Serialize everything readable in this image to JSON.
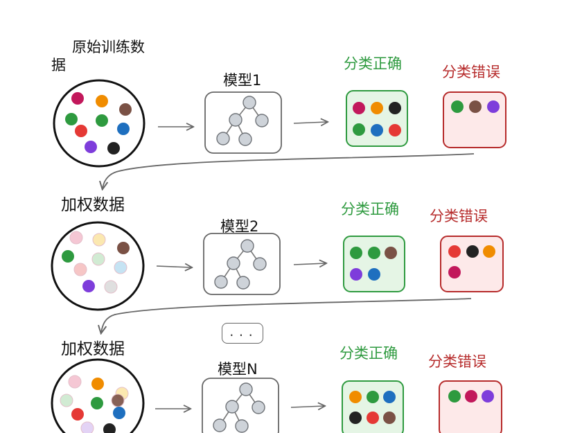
{
  "labels": {
    "original_data": [
      "原始训练数",
      "据"
    ],
    "weighted_data": "加权数据",
    "correct": "分类正确",
    "wrong": "分类错误",
    "ellipsis": "..."
  },
  "rows": [
    {
      "model_label": "模型1",
      "pool_dots": [
        "#c2185b",
        "#f08c00",
        "#7a5145",
        "#2e9a3f",
        "#2e9a3f",
        "#e53935",
        "#1e6fbf",
        "#7e3ddb",
        "#222222"
      ],
      "pool_faded": [
        false,
        false,
        false,
        false,
        false,
        false,
        false,
        false,
        false
      ],
      "correct_dots": [
        "#c2185b",
        "#f08c00",
        "#222222",
        "#2e9a3f",
        "#1e6fbf",
        "#e53935"
      ],
      "wrong_dots": [
        "#2e9a3f",
        "#7a5145",
        "#7e3ddb"
      ]
    },
    {
      "model_label": "模型2",
      "pool_dots": [
        "#f4c2d0",
        "#fbe6a8",
        "#7a5145",
        "#2e9a3f",
        "#cde9cf",
        "#f6c0c0",
        "#bfe0f2",
        "#7e3ddb",
        "#dcdcdc"
      ],
      "pool_faded": [
        true,
        true,
        false,
        false,
        true,
        true,
        true,
        false,
        true
      ],
      "correct_dots": [
        "#2e9a3f",
        "#2e9a3f",
        "#7a5145",
        "#7e3ddb",
        "#1e6fbf"
      ],
      "wrong_dots": [
        "#e53935",
        "#222222",
        "#f08c00",
        "#c2185b"
      ]
    },
    {
      "model_label": "模型N",
      "pool_dots": [
        "#f4c2d0",
        "#f08c00",
        "#fbe6a8",
        "#cde9cf",
        "#2e9a3f",
        "#7a5145",
        "#e53935",
        "#1e6fbf",
        "#e0cff5",
        "#222222"
      ],
      "pool_faded": [
        true,
        false,
        true,
        true,
        false,
        true,
        false,
        false,
        true,
        false
      ],
      "correct_dots": [
        "#f08c00",
        "#2e9a3f",
        "#1e6fbf",
        "#222222",
        "#e53935",
        "#7a5145"
      ],
      "wrong_dots": [
        "#2e9a3f",
        "#c2185b",
        "#7e3ddb"
      ]
    }
  ]
}
